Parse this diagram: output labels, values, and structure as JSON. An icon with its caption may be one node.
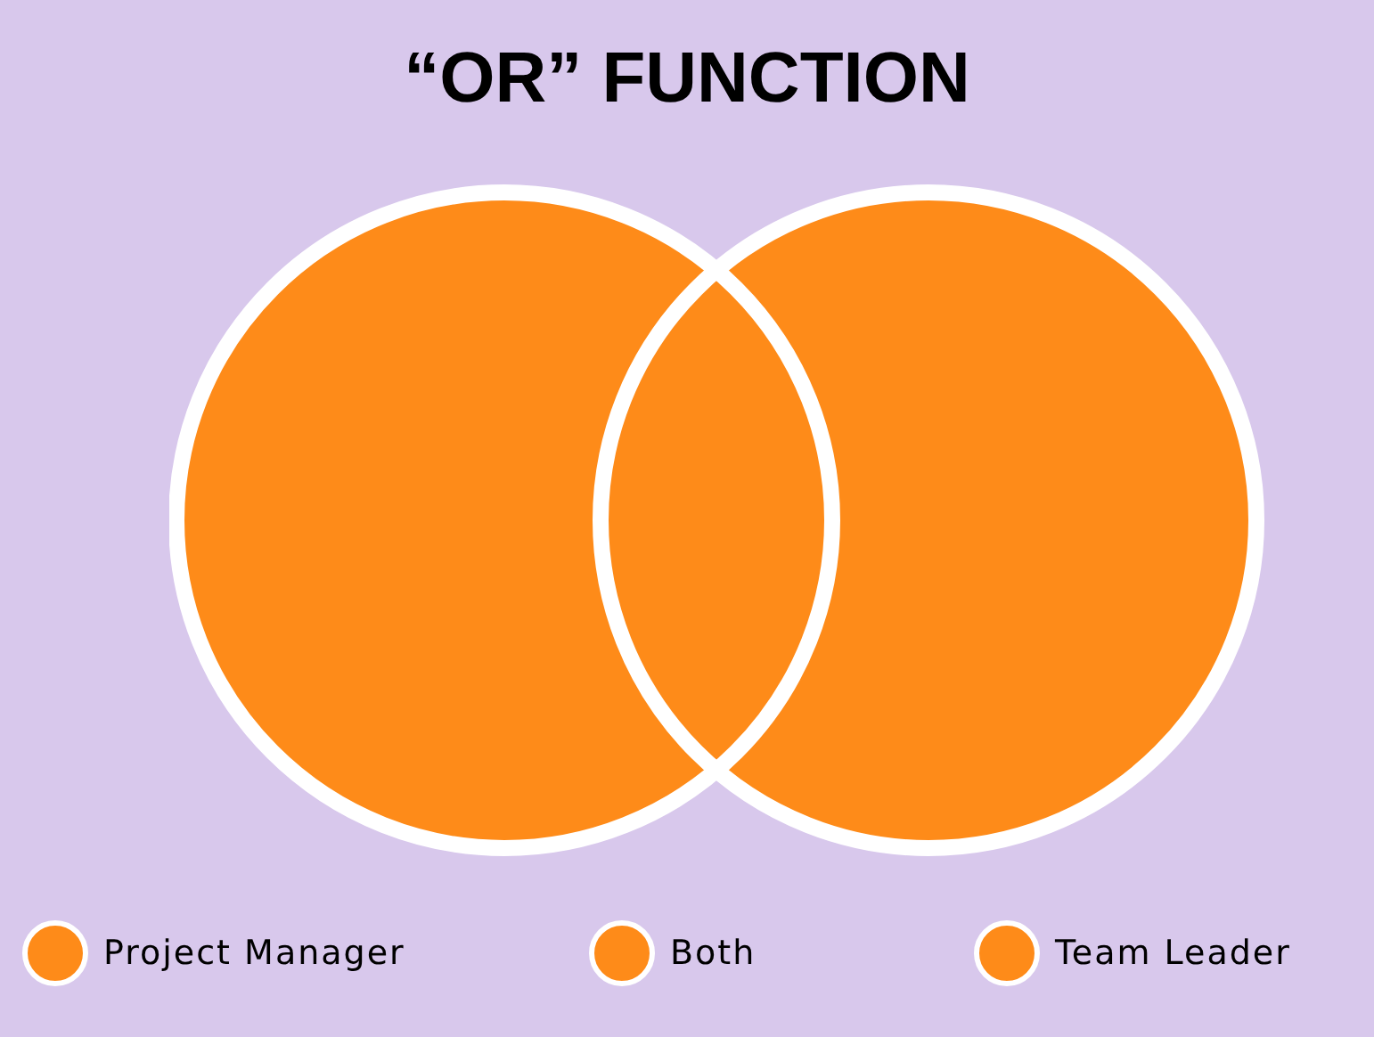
{
  "diagram": {
    "title": "“OR” FUNCTION",
    "legend": [
      {
        "text": "Project Manager",
        "color": "#fe8b19"
      },
      {
        "text": "Both",
        "color": "#fe8b19"
      },
      {
        "text": "Team Leader",
        "color": "#fe8b19"
      }
    ]
  }
}
